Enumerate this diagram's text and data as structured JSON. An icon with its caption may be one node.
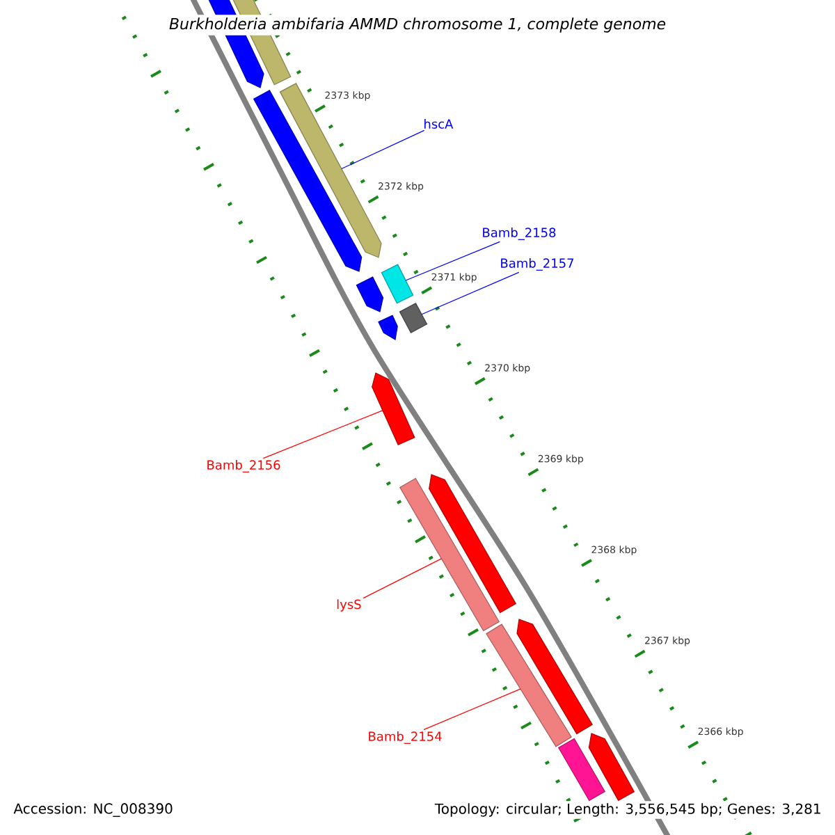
{
  "diagram": {
    "title": "Burkholderia ambifaria AMMD chromosome 1, complete genome",
    "nodes": [
      {
        "text": [],
        "shape": "bar"
      },
      {
        "text": [],
        "shape": "bar"
      },
      {
        "text": [
          "hscA"
        ]
      },
      {
        "text": [],
        "shape": "bar"
      },
      {
        "text": [],
        "shape": "bar"
      },
      {
        "text": [
          "Bamb_2158"
        ]
      },
      {
        "text": [],
        "shape": "bar"
      },
      {
        "text": [
          "Bamb_2157"
        ]
      },
      {
        "text": [],
        "shape": "bar"
      },
      {
        "text": [],
        "shape": "bar"
      },
      {
        "text": [],
        "shape": "bar"
      },
      {
        "text": [
          "Bamb_2156"
        ]
      },
      {
        "text": [],
        "shape": "bar"
      },
      {
        "text": [],
        "shape": "bar"
      },
      {
        "text": [],
        "shape": "bar"
      },
      {
        "text": [
          "lysS"
        ]
      },
      {
        "text": [],
        "shape": "bar"
      },
      {
        "text": [],
        "shape": "bar"
      },
      {
        "text": [
          "Bamb_2154"
        ]
      },
      {
        "text": [],
        "shape": "bar"
      },
      {
        "text": [],
        "shape": "bar"
      }
    ],
    "edges": [
      {
        "from": 2,
        "to": 3,
        "arrow": "none",
        "color": "#0000ff"
      },
      {
        "from": 5,
        "to": 6,
        "arrow": "none",
        "color": "#0000ff"
      },
      {
        "from": 7,
        "to": 9,
        "arrow": "none",
        "color": "#0000ff"
      },
      {
        "from": 11,
        "to": 12,
        "arrow": "none",
        "color": "#ff0000"
      },
      {
        "from": 15,
        "to": 14,
        "arrow": "none",
        "color": "#ff0000"
      },
      {
        "from": 18,
        "to": 17,
        "arrow": "none",
        "color": "#ff0000"
      }
    ],
    "labels": [
      "2373 kbp",
      "2372 kbp",
      "2371 kbp",
      "2370 kbp",
      "2369 kbp",
      "2368 kbp",
      "2367 kbp",
      "2366 kbp",
      "Accession: NC_008390",
      "Topology: circular; Length: 3,556,545 bp; Genes: 3,281"
    ]
  }
}
